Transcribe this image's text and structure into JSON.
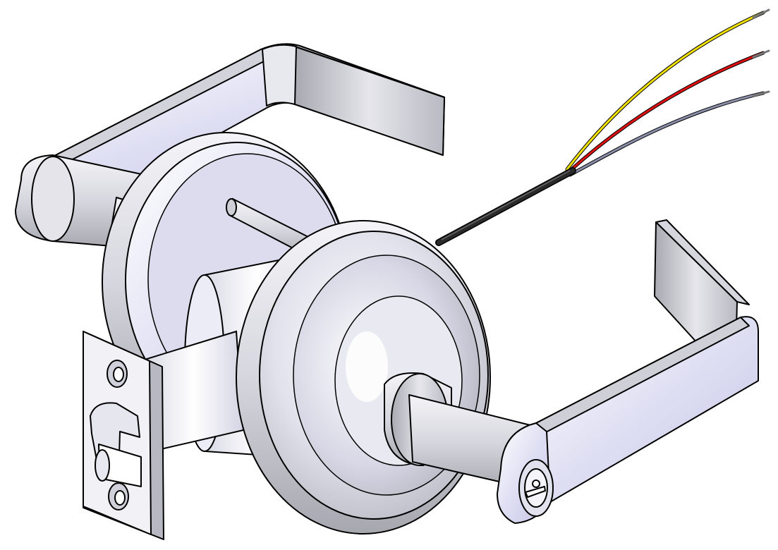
{
  "figure": {
    "subject": "",
    "background": "#ffffff"
  },
  "colors": {
    "outline": "#000000",
    "metal_light": "#f2f2f8",
    "metal_mid": "#cfcfd8",
    "metal_dark": "#a9a9b3",
    "highlight": "#ffffff",
    "lavender_tint": "#c9c9ee",
    "wire_yellow": "#f0e000",
    "wire_red": "#dd1111",
    "wire_gray": "#8a8ea8",
    "cable_black": "#1a1a1a"
  },
  "parts": [
    {
      "id": "rear-lever-handle",
      "icon": "lever-handle"
    },
    {
      "id": "rear-rose",
      "icon": "rose-disc"
    },
    {
      "id": "spindle-rod",
      "icon": "rod"
    },
    {
      "id": "chassis-cylinder",
      "icon": "cylinder"
    },
    {
      "id": "latch-bolt",
      "icon": "latch"
    },
    {
      "id": "strike-faceplate",
      "icon": "faceplate"
    },
    {
      "id": "front-rose",
      "icon": "rose-disc"
    },
    {
      "id": "front-lever-handle",
      "icon": "lever-handle"
    },
    {
      "id": "key-cylinder",
      "icon": "keyhole"
    },
    {
      "id": "electrical-cable",
      "icon": "cable"
    },
    {
      "id": "wire-yellow",
      "icon": "wire"
    },
    {
      "id": "wire-red",
      "icon": "wire"
    },
    {
      "id": "wire-gray",
      "icon": "wire"
    }
  ]
}
